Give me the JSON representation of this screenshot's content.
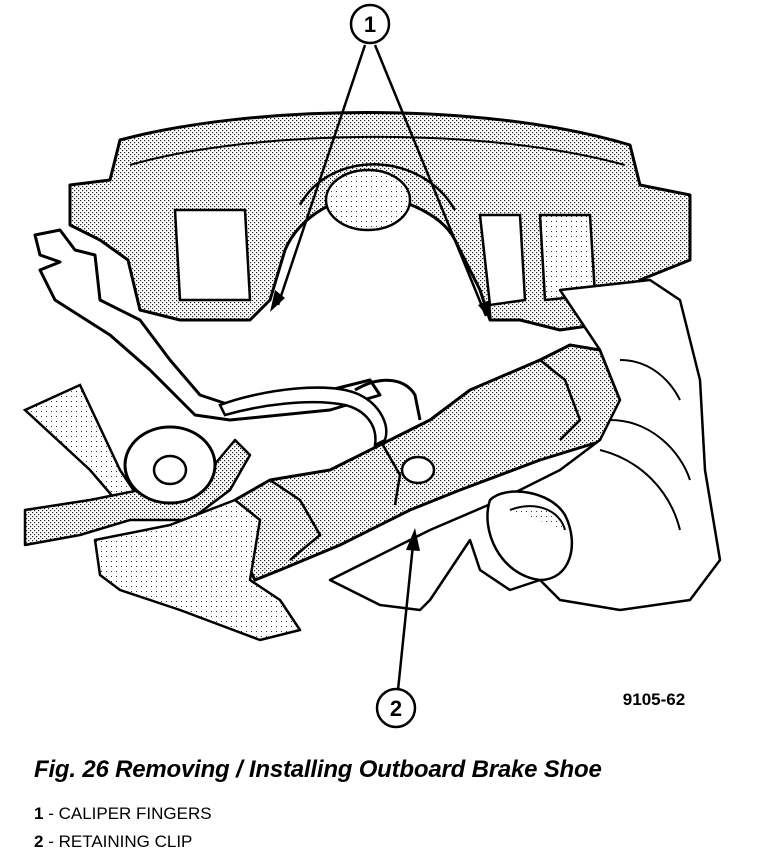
{
  "figure": {
    "caption": "Fig. 26 Removing / Installing Outboard Brake Shoe",
    "code": "9105-62",
    "callouts": [
      {
        "number": "1",
        "label": "CALIPER FINGERS"
      },
      {
        "number": "2",
        "label": "RETAINING CLIP"
      }
    ],
    "legend_separator": " - "
  }
}
